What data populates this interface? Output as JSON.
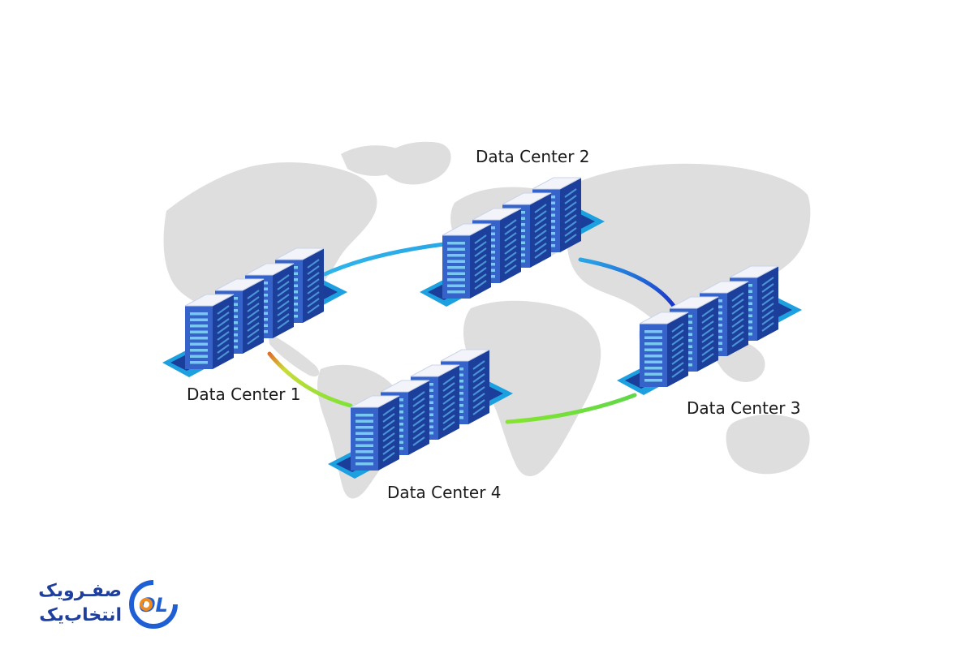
{
  "nodes": [
    {
      "id": "dc1",
      "label": "Data Center 1"
    },
    {
      "id": "dc2",
      "label": "Data Center 2"
    },
    {
      "id": "dc3",
      "label": "Data Center 3"
    },
    {
      "id": "dc4",
      "label": "Data Center 4"
    }
  ],
  "links": [
    {
      "from": "dc1",
      "to": "dc2",
      "color": "#29a8e8"
    },
    {
      "from": "dc2",
      "to": "dc3",
      "color": "#1f47d6"
    },
    {
      "from": "dc3",
      "to": "dc4",
      "color": "#7ee02a"
    },
    {
      "from": "dc4",
      "to": "dc1",
      "color": "#9be23a"
    }
  ],
  "colors": {
    "map": "#dcdcdc",
    "rack_front": "#3563c9",
    "rack_side": "#1d3f9c",
    "rack_top": "#f2f4fa",
    "rack_vent": "#7fd3f5",
    "base": "#1da0e0"
  },
  "logo": {
    "line1": "صفـرویک",
    "line2": "انتخاب‌یک",
    "mark_text": "OL",
    "mark_color": "#1f5fd6",
    "accent_color": "#f08a1c"
  }
}
